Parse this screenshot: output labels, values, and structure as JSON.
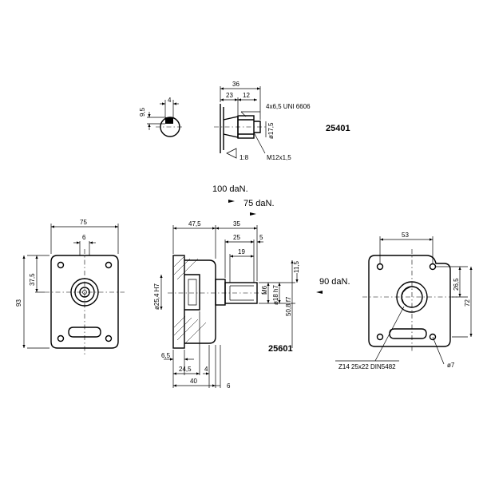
{
  "shaft_detail": {
    "key_width": "4",
    "key_height": "9,5",
    "length_total": "36",
    "length_a": "23",
    "length_b": "12",
    "key_spec": "4x6,5 UNI 6606",
    "diameter": "ø17,5",
    "taper": "1:8",
    "thread": "M12x1,5",
    "code": "25401"
  },
  "forces": {
    "axial_a": "100 daN.",
    "axial_b": "75 daN.",
    "radial": "90 daN."
  },
  "front_view_left": {
    "width": "75",
    "center_offset": "6",
    "half_height": "37,5",
    "height": "93"
  },
  "side_view": {
    "length": "47,5",
    "shaft_length": "35",
    "spline_length": "25",
    "chamfer": "5",
    "thread_length": "19",
    "offset": "11,5",
    "pilot": "ø25,4 H7",
    "thread": "M6",
    "shaft_dia": "ø18 h7",
    "center_height": "50,8 f7",
    "flange": "6,5",
    "dim_24_5": "24,5",
    "dim_4": "4",
    "dim_40": "40",
    "dim_6": "6",
    "code": "25601"
  },
  "front_view_right": {
    "width": "53",
    "half_height": "26,5",
    "height": "72",
    "hole": "ø7",
    "spline_spec": "Z14  25x22  DIN5482"
  }
}
